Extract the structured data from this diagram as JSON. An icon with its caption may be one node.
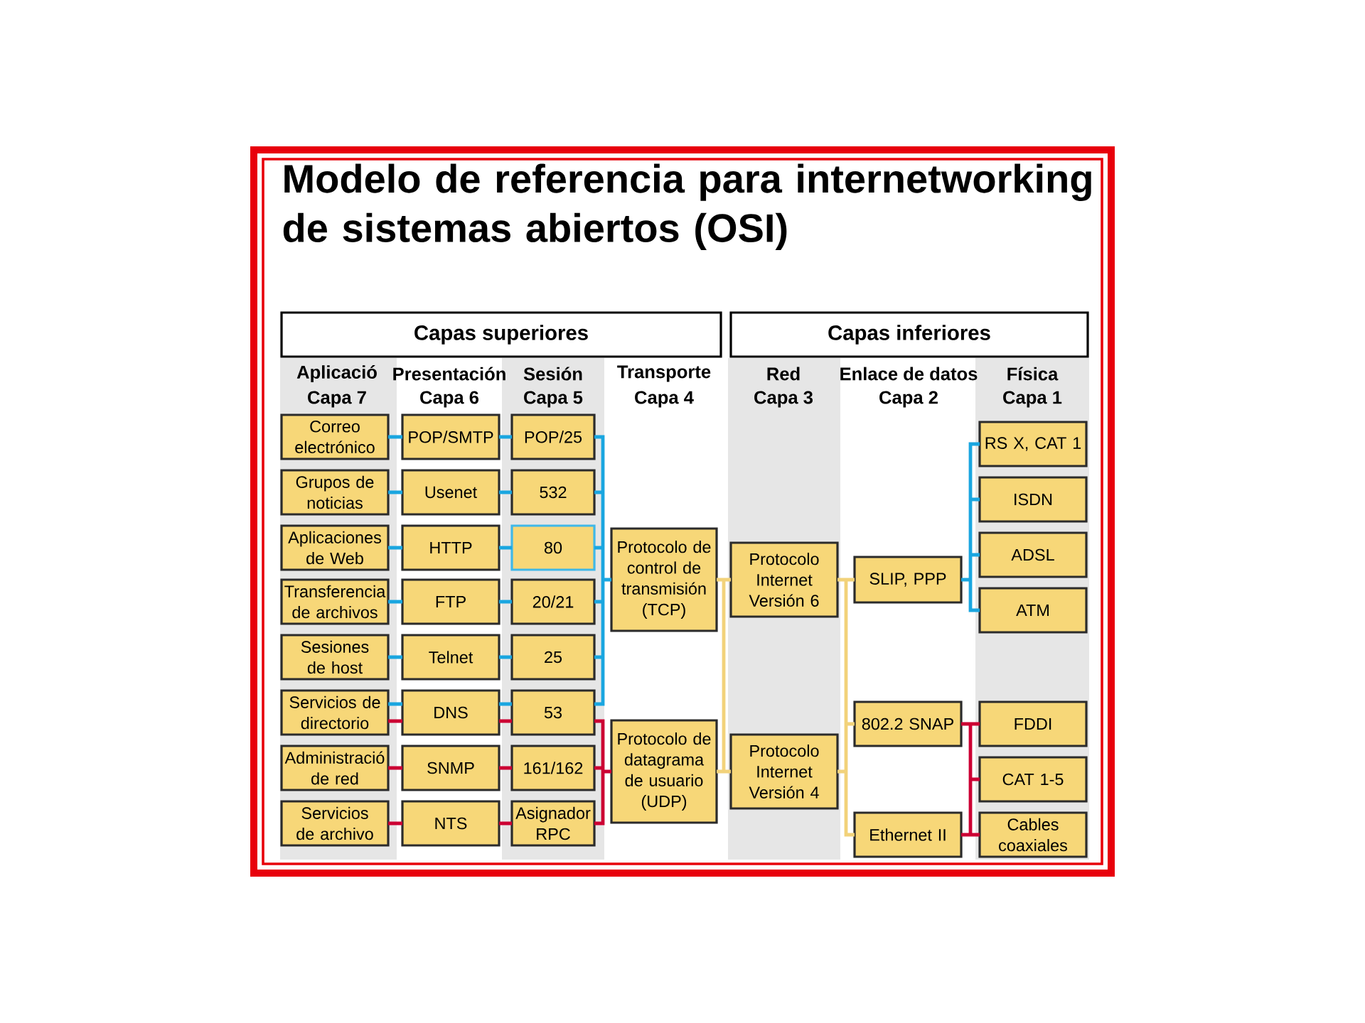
{
  "diagram": {
    "title": "Modelo de referencia para internetworking de sistemas abiertos (OSI)",
    "nodes": [
      {
        "text": [
          "Capas superiores"
        ]
      },
      {
        "text": [
          "Capas inferiores"
        ]
      },
      {
        "text": [
          "Correo electrónico"
        ]
      },
      {
        "text": [
          "Grupos de noticias"
        ]
      },
      {
        "text": [
          "Aplicaciones de Web"
        ]
      },
      {
        "text": [
          "Transferencia de archivos"
        ]
      },
      {
        "text": [
          "Sesiones de host"
        ]
      },
      {
        "text": [
          "Servicios de directorio"
        ]
      },
      {
        "text": [
          "Administració de red"
        ]
      },
      {
        "text": [
          "Servicios de archivo"
        ]
      },
      {
        "text": [
          "POP/SMTP"
        ]
      },
      {
        "text": [
          "Usenet"
        ]
      },
      {
        "text": [
          "HTTP"
        ]
      },
      {
        "text": [
          "FTP"
        ]
      },
      {
        "text": [
          "Telnet"
        ]
      },
      {
        "text": [
          "DNS"
        ]
      },
      {
        "text": [
          "SNMP"
        ]
      },
      {
        "text": [
          "NTS"
        ]
      },
      {
        "text": [
          "POP/25"
        ]
      },
      {
        "text": [
          "532"
        ]
      },
      {
        "text": [
          "80"
        ]
      },
      {
        "text": [
          "20/21"
        ]
      },
      {
        "text": [
          "25"
        ]
      },
      {
        "text": [
          "53"
        ]
      },
      {
        "text": [
          "161/162"
        ]
      },
      {
        "text": [
          "Asignador RPC"
        ]
      },
      {
        "text": [
          "Protocolo de control de transmisión (TCP)"
        ]
      },
      {
        "text": [
          "Protocolo de datagrama de usuario (UDP)"
        ]
      },
      {
        "text": [
          "Protocolo Internet Versión 6"
        ]
      },
      {
        "text": [
          "Protocolo Internet Versión 4"
        ]
      },
      {
        "text": [
          "SLIP, PPP"
        ]
      },
      {
        "text": [
          "802.2 SNAP"
        ]
      },
      {
        "text": [
          "Ethernet II"
        ]
      },
      {
        "text": [
          "RS X, CAT 1"
        ]
      },
      {
        "text": [
          "ISDN"
        ]
      },
      {
        "text": [
          "ADSL"
        ]
      },
      {
        "text": [
          "ATM"
        ]
      },
      {
        "text": [
          "FDDI"
        ]
      },
      {
        "text": [
          "CAT 1-5"
        ]
      },
      {
        "text": [
          "Cables coaxiales"
        ]
      }
    ],
    "edges": [
      {
        "from": 2,
        "to": 10,
        "arrow": "none"
      },
      {
        "from": 3,
        "to": 11,
        "arrow": "none"
      },
      {
        "from": 4,
        "to": 12,
        "arrow": "none"
      },
      {
        "from": 5,
        "to": 13,
        "arrow": "none"
      },
      {
        "from": 6,
        "to": 14,
        "arrow": "none"
      },
      {
        "from": 7,
        "to": 15,
        "arrow": "none"
      },
      {
        "from": 7,
        "to": 15,
        "arrow": "none",
        "color": "#cc0033"
      },
      {
        "from": 8,
        "to": 16,
        "arrow": "none",
        "color": "#cc0033"
      },
      {
        "from": 9,
        "to": 17,
        "arrow": "none",
        "color": "#cc0033"
      },
      {
        "from": 10,
        "to": 18,
        "arrow": "none"
      },
      {
        "from": 11,
        "to": 19,
        "arrow": "none"
      },
      {
        "from": 12,
        "to": 20,
        "arrow": "none"
      },
      {
        "from": 13,
        "to": 21,
        "arrow": "none"
      },
      {
        "from": 14,
        "to": 22,
        "arrow": "none"
      },
      {
        "from": 15,
        "to": 23,
        "arrow": "none"
      },
      {
        "from": 15,
        "to": 23,
        "arrow": "none",
        "color": "#cc0033"
      },
      {
        "from": 16,
        "to": 24,
        "arrow": "none",
        "color": "#cc0033"
      },
      {
        "from": 17,
        "to": 25,
        "arrow": "none",
        "color": "#cc0033"
      },
      {
        "from": 18,
        "to": 26,
        "arrow": "none"
      },
      {
        "from": 19,
        "to": 26,
        "arrow": "none"
      },
      {
        "from": 20,
        "to": 26,
        "arrow": "none"
      },
      {
        "from": 21,
        "to": 26,
        "arrow": "none"
      },
      {
        "from": 22,
        "to": 26,
        "arrow": "none"
      },
      {
        "from": 23,
        "to": 26,
        "arrow": "none"
      },
      {
        "from": 23,
        "to": 27,
        "arrow": "none",
        "color": "#cc0033"
      },
      {
        "from": 24,
        "to": 27,
        "arrow": "none",
        "color": "#cc0033"
      },
      {
        "from": 25,
        "to": 27,
        "arrow": "none",
        "color": "#cc0033"
      },
      {
        "from": 26,
        "to": 28,
        "arrow": "none",
        "color": "#f2d27a"
      },
      {
        "from": 26,
        "to": 29,
        "arrow": "none",
        "color": "#f2d27a"
      },
      {
        "from": 27,
        "to": 28,
        "arrow": "none",
        "color": "#f2d27a"
      },
      {
        "from": 27,
        "to": 29,
        "arrow": "none",
        "color": "#f2d27a"
      },
      {
        "from": 28,
        "to": 30,
        "arrow": "none",
        "color": "#f2d27a"
      },
      {
        "from": 28,
        "to": 31,
        "arrow": "none",
        "color": "#f2d27a"
      },
      {
        "from": 28,
        "to": 32,
        "arrow": "none",
        "color": "#f2d27a"
      },
      {
        "from": 29,
        "to": 30,
        "arrow": "none",
        "color": "#f2d27a"
      },
      {
        "from": 29,
        "to": 31,
        "arrow": "none",
        "color": "#f2d27a"
      },
      {
        "from": 29,
        "to": 32,
        "arrow": "none",
        "color": "#f2d27a"
      },
      {
        "from": 30,
        "to": 33,
        "arrow": "none"
      },
      {
        "from": 30,
        "to": 34,
        "arrow": "none"
      },
      {
        "from": 30,
        "to": 35,
        "arrow": "none"
      },
      {
        "from": 30,
        "to": 36,
        "arrow": "none"
      },
      {
        "from": 31,
        "to": 37,
        "arrow": "none",
        "color": "#cc0033"
      },
      {
        "from": 31,
        "to": 38,
        "arrow": "none",
        "color": "#cc0033"
      },
      {
        "from": 31,
        "to": 39,
        "arrow": "none",
        "color": "#cc0033"
      },
      {
        "from": 32,
        "to": 37,
        "arrow": "none",
        "color": "#cc0033"
      },
      {
        "from": 32,
        "to": 38,
        "arrow": "none",
        "color": "#cc0033"
      },
      {
        "from": 32,
        "to": 39,
        "arrow": "none",
        "color": "#cc0033"
      }
    ],
    "labels": [
      "Aplicació",
      "Capa 7",
      "Presentación",
      "Capa 6",
      "Sesión",
      "Capa 5",
      "Transporte",
      "Capa 4",
      "Red",
      "Capa 3",
      "Enlace de datos",
      "Capa 2",
      "Física",
      "Capa 1"
    ]
  }
}
